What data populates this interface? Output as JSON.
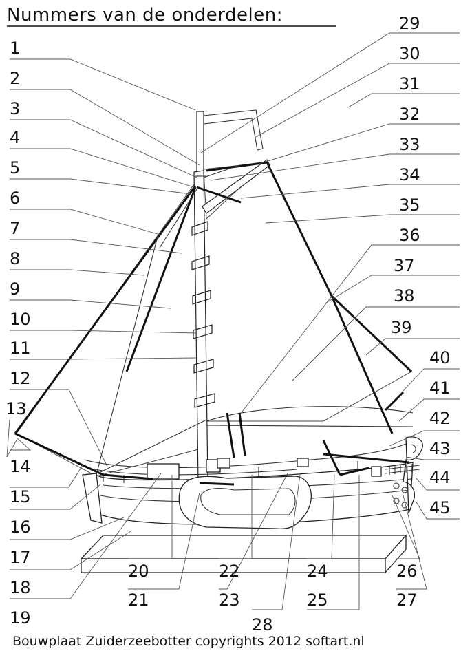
{
  "title": "Nummers van de onderdelen:",
  "footer": "Bouwplaat Zuiderzeebotter copyrights 2012 softart.nl",
  "labels": [
    "1",
    "2",
    "3",
    "4",
    "5",
    "6",
    "7",
    "8",
    "9",
    "10",
    "11",
    "12",
    "13",
    "14",
    "15",
    "16",
    "17",
    "18",
    "19",
    "20",
    "21",
    "22",
    "23",
    "24",
    "25",
    "26",
    "27",
    "28",
    "29",
    "30",
    "31",
    "32",
    "33",
    "34",
    "35",
    "36",
    "37",
    "38",
    "39",
    "40",
    "41",
    "42",
    "43",
    "44",
    "45"
  ]
}
